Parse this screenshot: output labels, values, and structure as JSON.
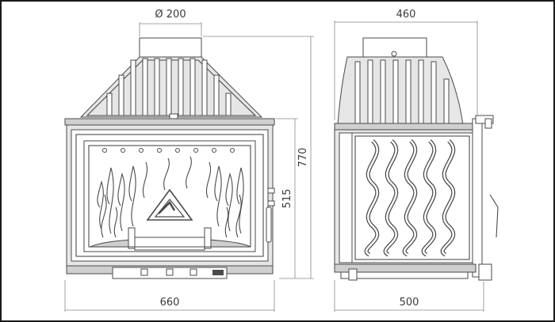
{
  "dimensions": {
    "flue_diameter": "Ø 200",
    "side_depth_top": "460",
    "total_height": "770",
    "front_height": "515",
    "front_width": "660",
    "side_depth_bottom": "500"
  }
}
